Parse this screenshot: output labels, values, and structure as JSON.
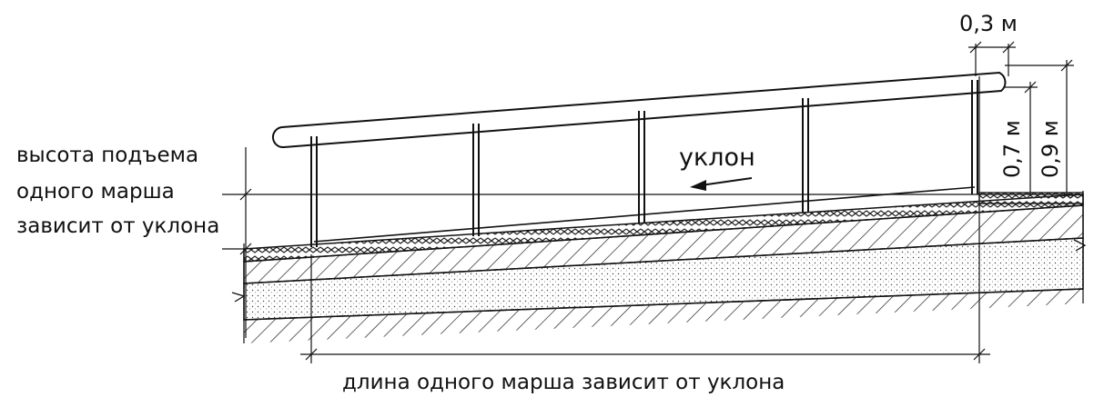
{
  "labels": {
    "rise_line1": "высота подъема",
    "rise_line2": "одного марша",
    "rise_line3": "зависит от уклона",
    "length": "длина одного марша зависит от уклона",
    "slope": "уклон",
    "offset": "0,3 м",
    "height_low": "0,7 м",
    "height_high": "0,9 м"
  }
}
